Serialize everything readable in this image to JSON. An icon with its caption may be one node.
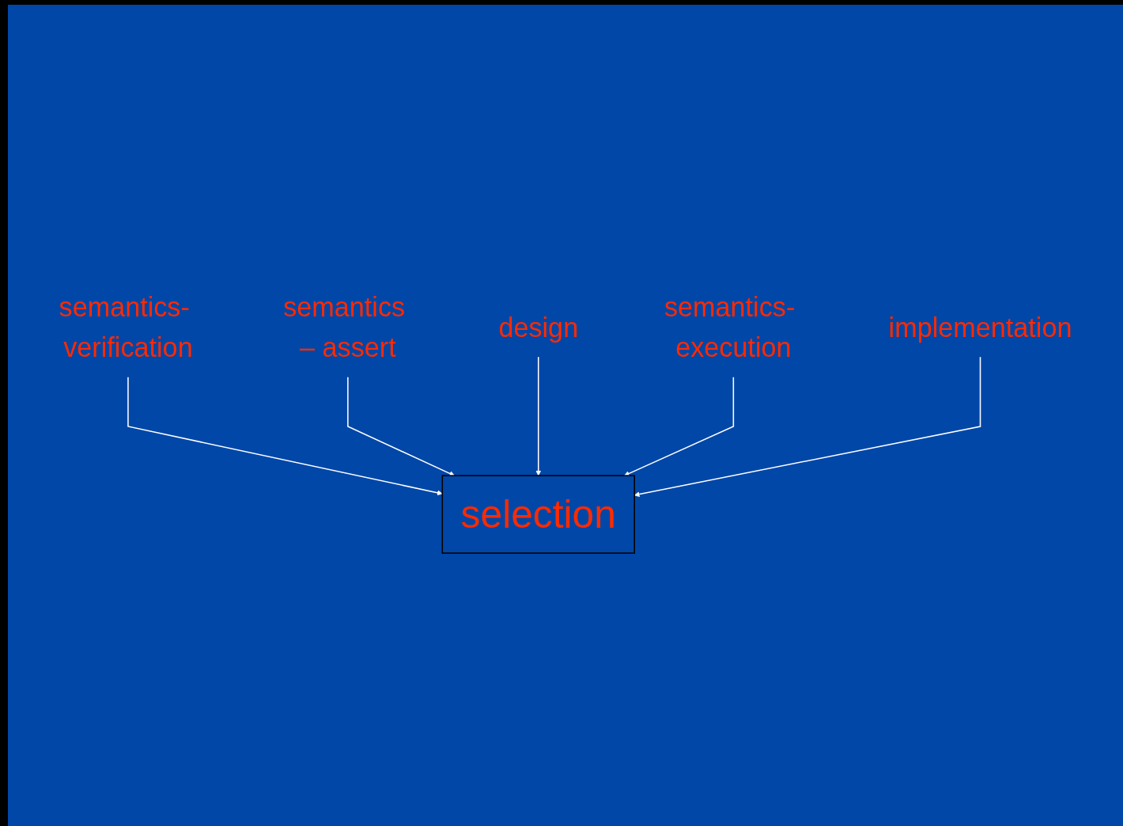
{
  "diagram": {
    "nodes": [
      {
        "text": [
          "semantics- verification"
        ]
      },
      {
        "text": [
          "semantics – assert"
        ]
      },
      {
        "text": [
          "selection"
        ]
      },
      {
        "text": [
          "design"
        ]
      },
      {
        "text": [
          "semantics- execution"
        ]
      },
      {
        "text": [
          "implementation"
        ]
      }
    ],
    "edges": [
      {
        "from": 0,
        "to": 2,
        "arrow": "to"
      },
      {
        "from": 1,
        "to": 2,
        "arrow": "to"
      },
      {
        "from": 3,
        "to": 2,
        "arrow": "to"
      },
      {
        "from": 4,
        "to": 2,
        "arrow": "to"
      },
      {
        "from": 5,
        "to": 2,
        "arrow": "to"
      }
    ]
  }
}
